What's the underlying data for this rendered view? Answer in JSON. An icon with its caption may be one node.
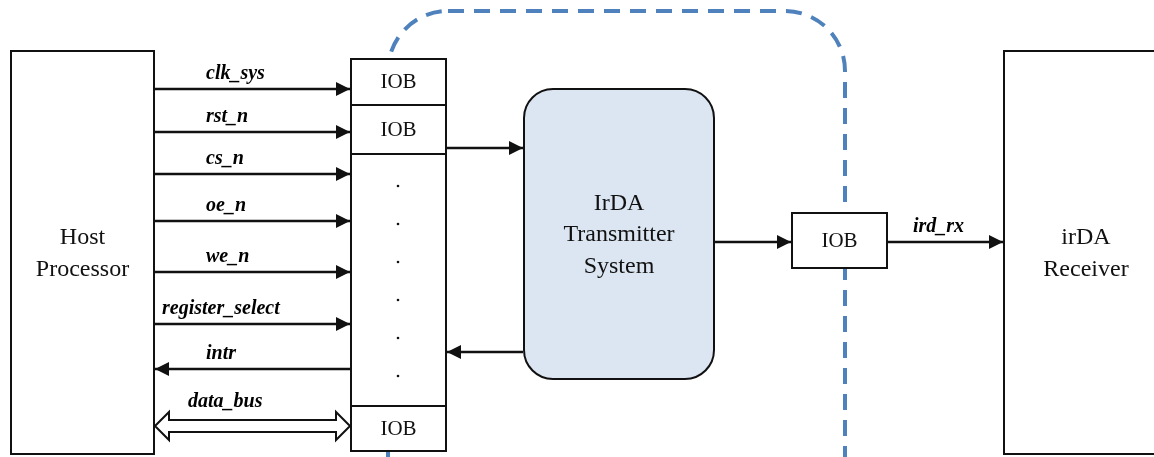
{
  "diagram": {
    "nodes": [
      {
        "text": [
          "Host Processor"
        ]
      },
      {
        "text": [],
        "shape": "box"
      },
      {
        "text": [
          "IOB"
        ],
        "in": 1
      },
      {
        "text": [
          "IOB"
        ],
        "in": 1
      },
      {
        "text": [
          "IOB"
        ],
        "in": 1
      },
      {
        "text": [],
        "shape": "box"
      },
      {
        "text": [
          "IrDA Transmitter System"
        ],
        "in": 5
      },
      {
        "text": [
          "IOB"
        ]
      },
      {
        "text": [
          "irDA Receiver"
        ]
      }
    ],
    "edges": [
      {
        "from": 0,
        "to": 2,
        "arrow": "to",
        "label": "clk_sys"
      },
      {
        "from": 0,
        "to": 3,
        "arrow": "to",
        "label": "rst_n"
      },
      {
        "from": 0,
        "to": 1,
        "arrow": "to",
        "label": "cs_n"
      },
      {
        "from": 0,
        "to": 1,
        "arrow": "to",
        "label": "oe_n"
      },
      {
        "from": 0,
        "to": 1,
        "arrow": "to",
        "label": "we_n"
      },
      {
        "from": 0,
        "to": 1,
        "arrow": "to",
        "label": "register_select"
      },
      {
        "from": 1,
        "to": 0,
        "arrow": "to",
        "label": "intr"
      },
      {
        "from": 0,
        "to": 4,
        "arrow": "both",
        "label": "data_bus",
        "style": "thick"
      },
      {
        "from": 3,
        "to": 6,
        "arrow": "to"
      },
      {
        "from": 6,
        "to": 1,
        "arrow": "to"
      },
      {
        "from": 6,
        "to": 7,
        "arrow": "to"
      },
      {
        "from": 7,
        "to": 8,
        "arrow": "to",
        "label": "ird_rx"
      }
    ]
  }
}
